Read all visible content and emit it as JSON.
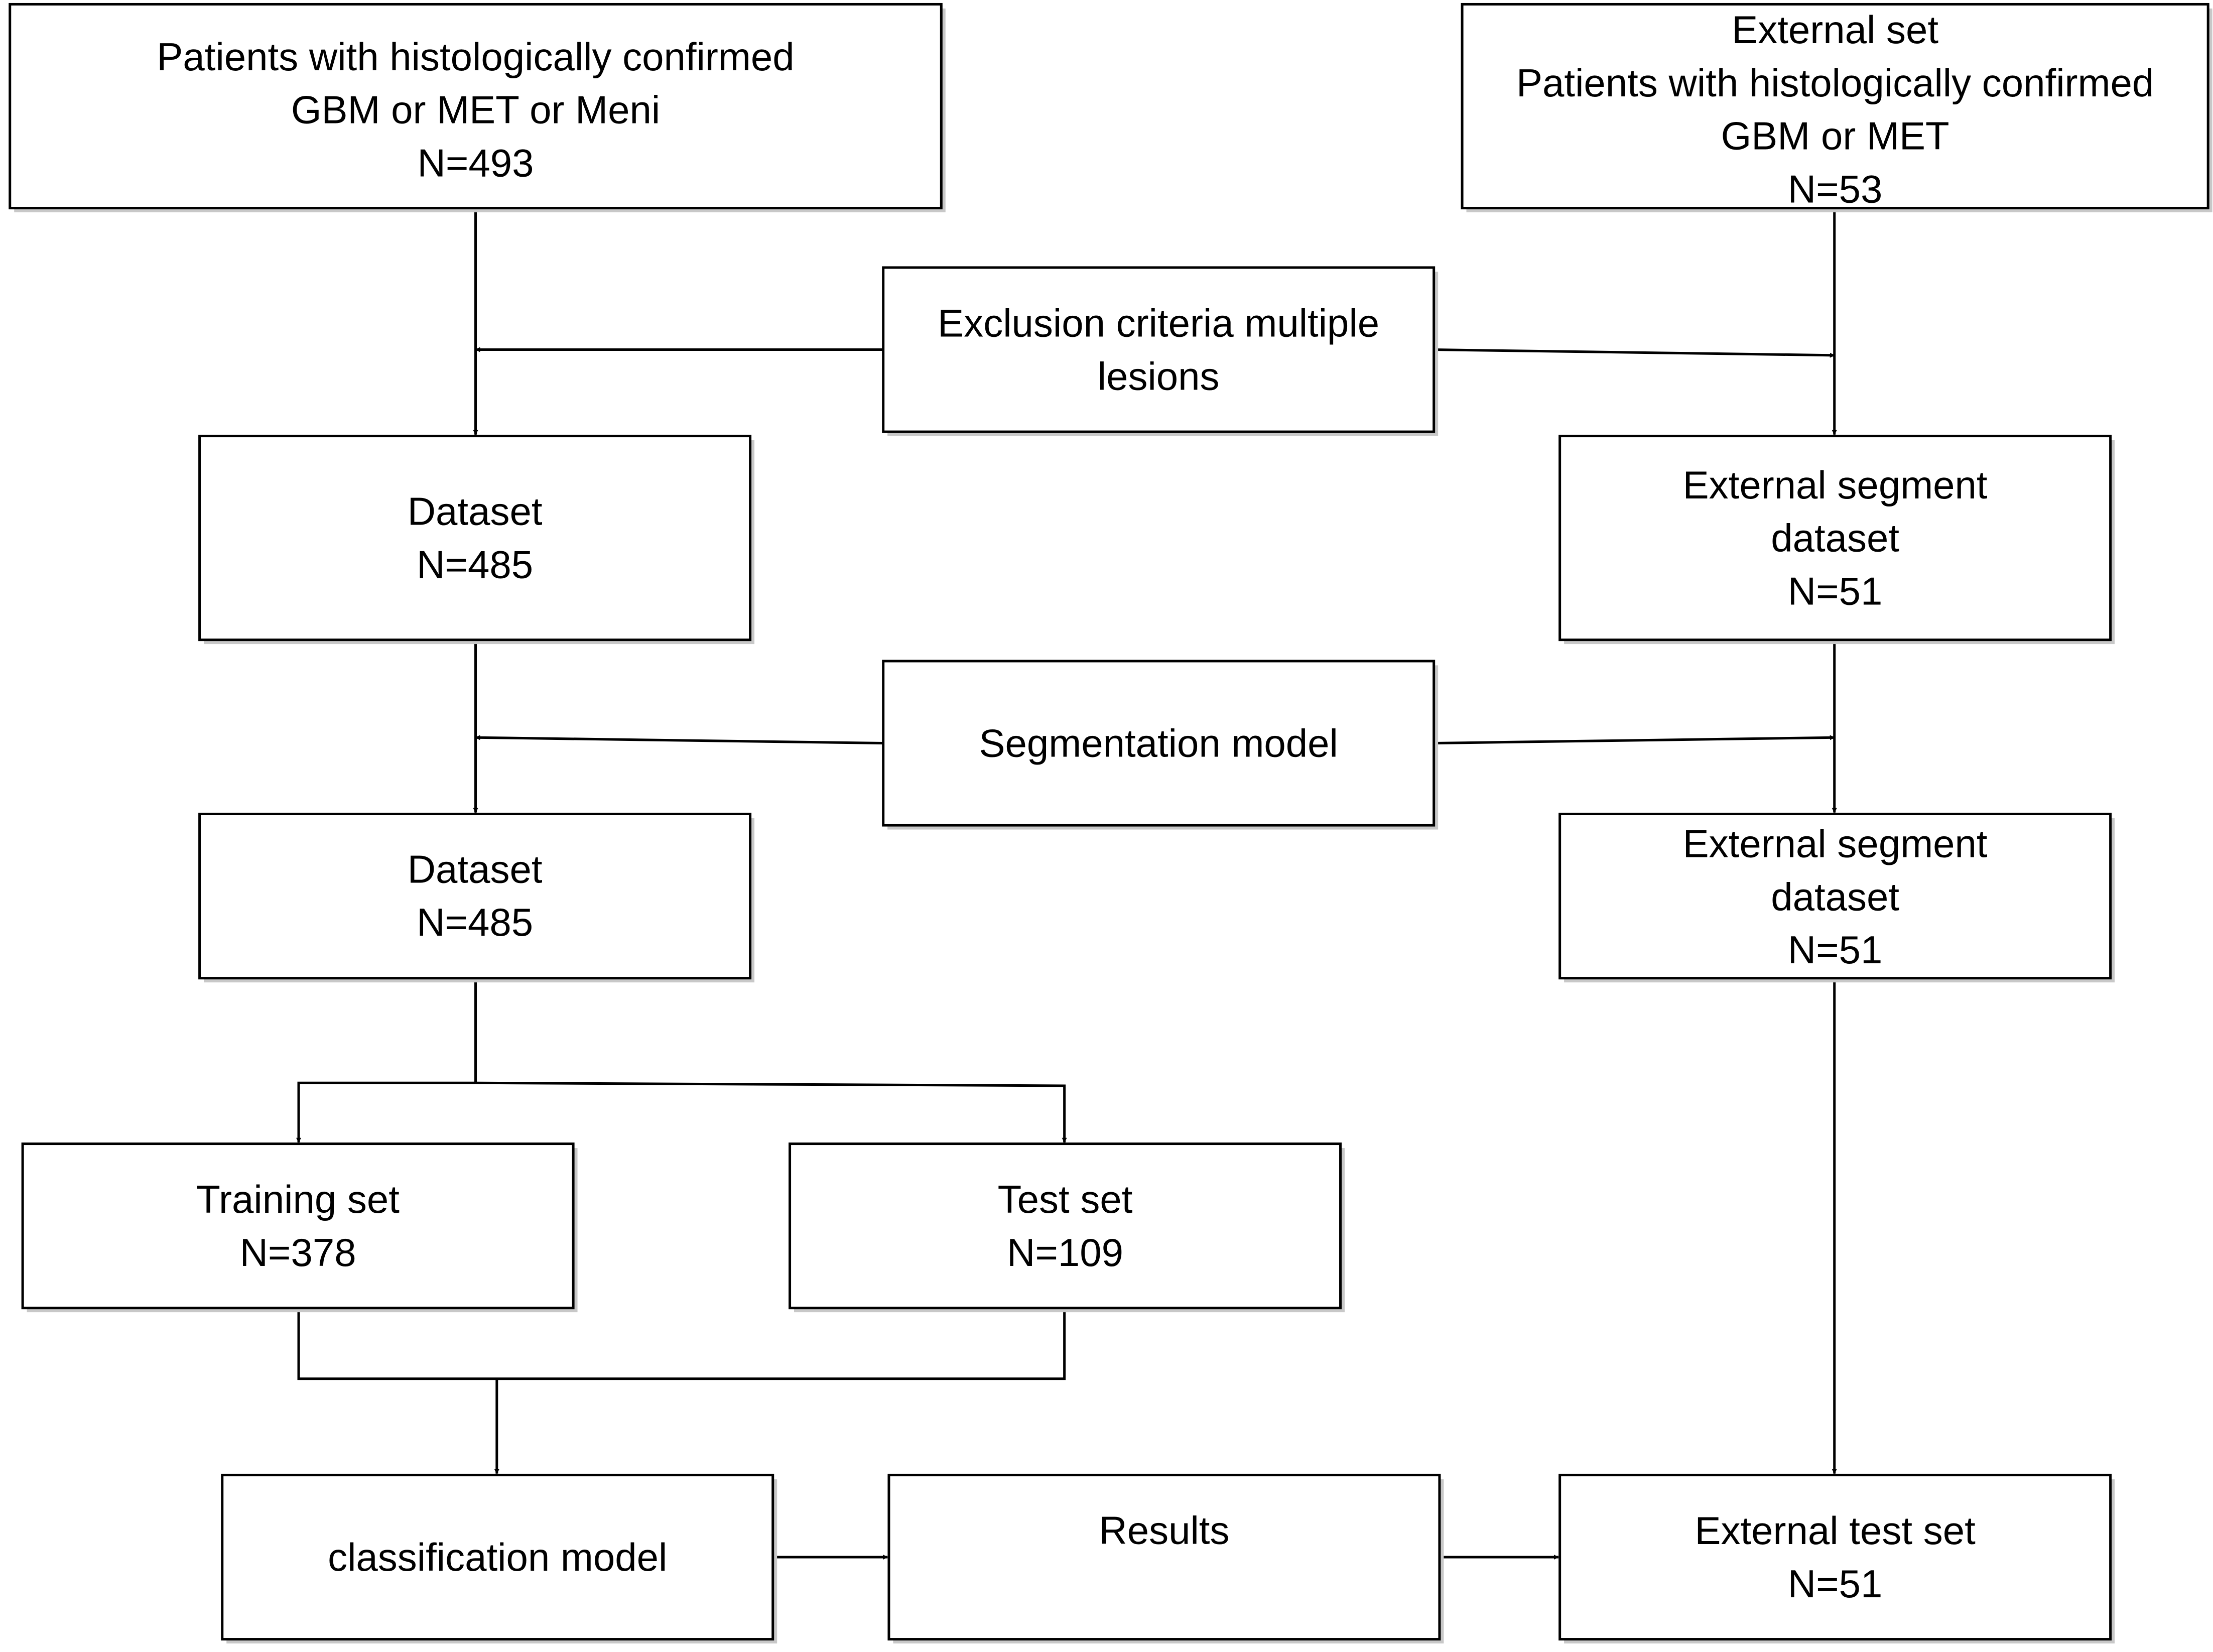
{
  "nodes": {
    "patients": {
      "lines": [
        "Patients with histologically confirmed",
        "GBM or MET or Meni",
        "N=493"
      ]
    },
    "external_set": {
      "lines": [
        "External set",
        "Patients with histologically confirmed",
        "GBM or MET",
        "N=53"
      ]
    },
    "exclusion": {
      "lines": [
        "Exclusion criteria multiple",
        "lesions"
      ]
    },
    "dataset_1": {
      "lines": [
        "Dataset",
        "N=485"
      ]
    },
    "external_segment_1": {
      "lines": [
        "External segment",
        "dataset",
        "N=51"
      ]
    },
    "segmentation_model": {
      "lines": [
        "Segmentation model"
      ]
    },
    "dataset_2": {
      "lines": [
        "Dataset",
        "N=485"
      ]
    },
    "external_segment_2": {
      "lines": [
        "External segment",
        "dataset",
        "N=51"
      ]
    },
    "training_set": {
      "lines": [
        "Training set",
        "N=378"
      ]
    },
    "test_set": {
      "lines": [
        "Test set",
        "N=109"
      ]
    },
    "classification_model": {
      "lines": [
        "classification model"
      ]
    },
    "results": {
      "lines": [
        "Results"
      ]
    },
    "external_test_set": {
      "lines": [
        "External test set",
        "N=51"
      ]
    }
  }
}
